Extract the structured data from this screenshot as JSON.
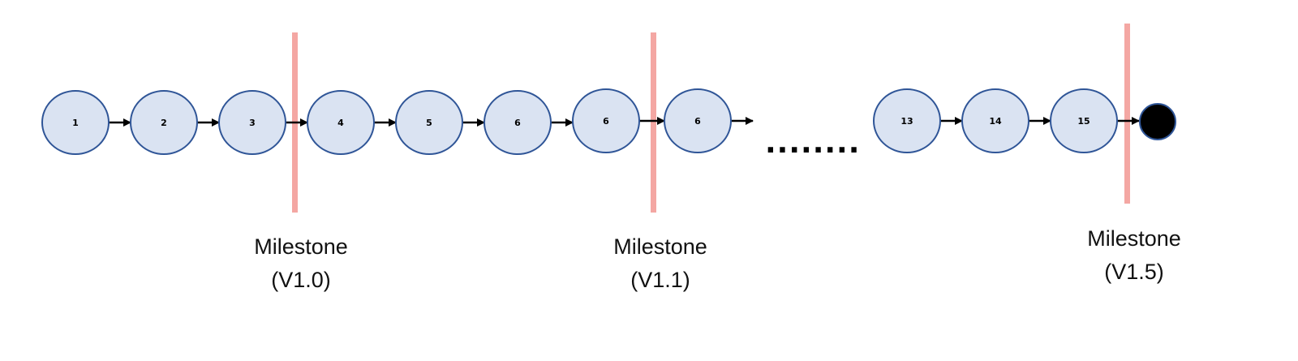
{
  "diagram": {
    "type": "sequence-timeline",
    "colors": {
      "node_fill": "#dae3f2",
      "node_stroke": "#2f5597",
      "arrow": "#000000",
      "milestone_line": "#f4a7a3",
      "end_node_fill": "#000000"
    },
    "nodes": [
      {
        "label": "1"
      },
      {
        "label": "2"
      },
      {
        "label": "3"
      },
      {
        "label": "4"
      },
      {
        "label": "5"
      },
      {
        "label": "6"
      },
      {
        "label": "6"
      },
      {
        "label": "6"
      },
      {
        "label": "13"
      },
      {
        "label": "14"
      },
      {
        "label": "15"
      }
    ],
    "ellipsis": "........",
    "end_node": "terminal",
    "milestones": [
      {
        "title": "Milestone",
        "version": "(V1.0)",
        "after_node": "3"
      },
      {
        "title": "Milestone",
        "version": "(V1.1)",
        "after_node": "6"
      },
      {
        "title": "Milestone",
        "version": "(V1.5)",
        "after_node": "15"
      }
    ]
  }
}
